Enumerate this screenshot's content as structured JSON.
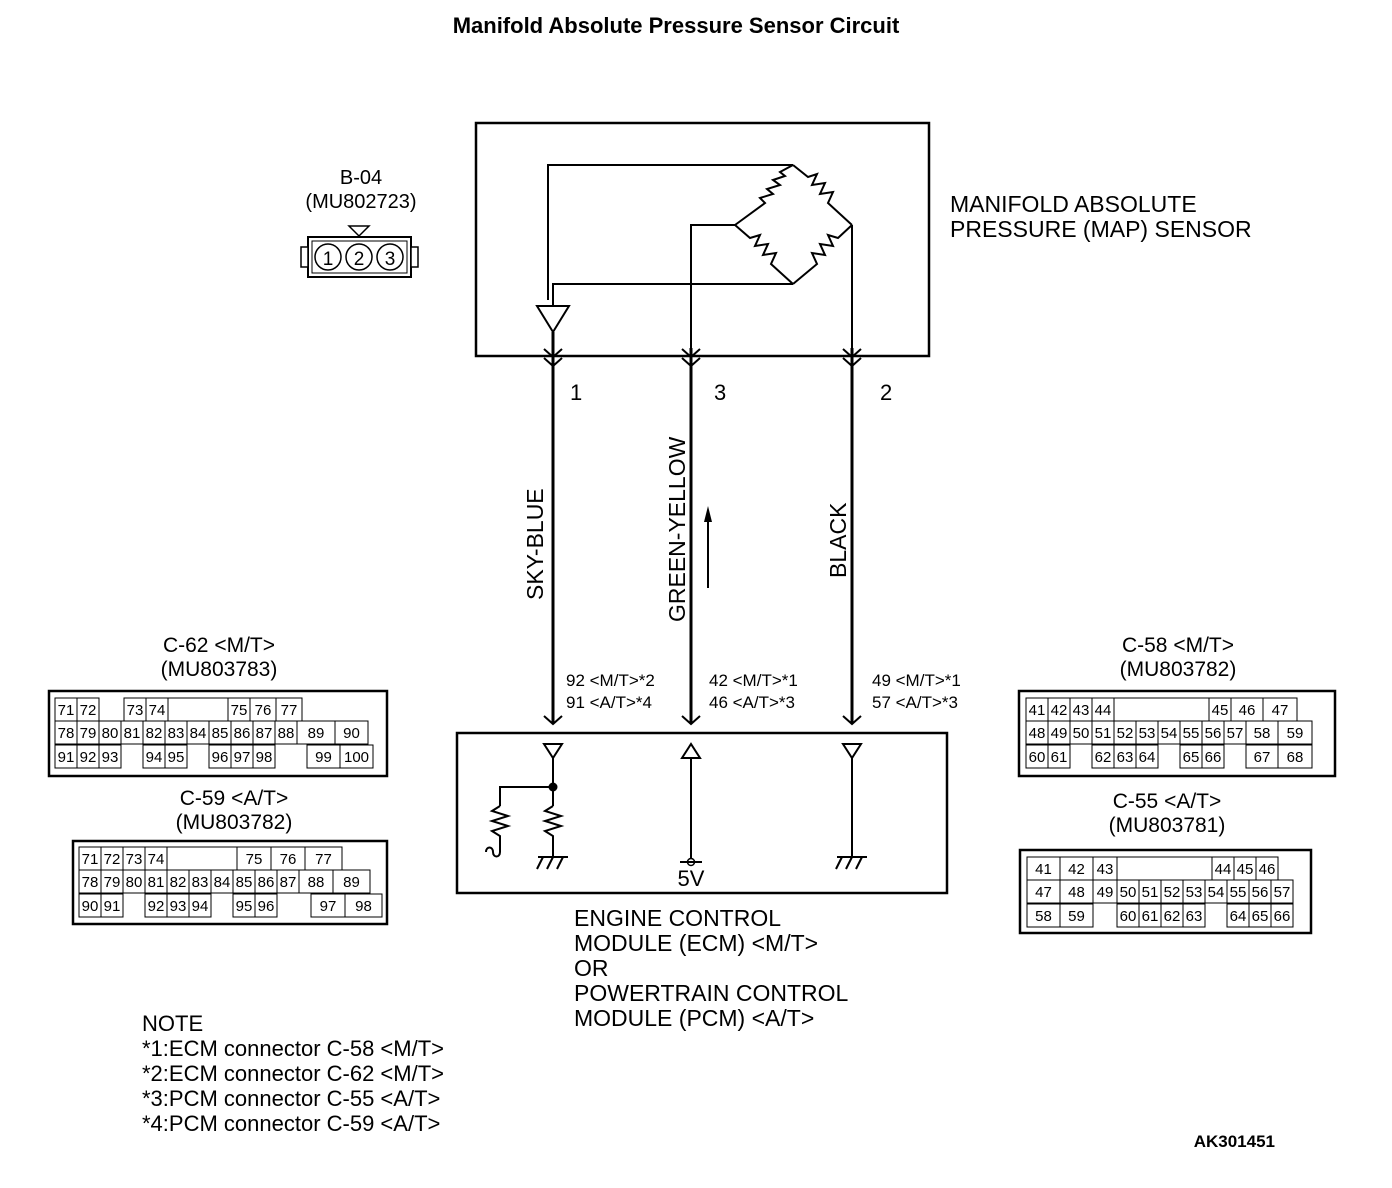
{
  "title": "Manifold Absolute Pressure Sensor Circuit",
  "figure_id": "AK301451",
  "sensor": {
    "connector": "B-04",
    "part": "(MU802723)",
    "pins": [
      "1",
      "2",
      "3"
    ],
    "name_line1": "MANIFOLD ABSOLUTE",
    "name_line2": "PRESSURE (MAP) SENSOR"
  },
  "wires": [
    {
      "pin": "1",
      "color": "SKY-BLUE",
      "ecm_l1": "92 <M/T>*2",
      "ecm_l2": "91 <A/T>*4"
    },
    {
      "pin": "3",
      "color": "GREEN-YELLOW",
      "ecm_l1": "42 <M/T>*1",
      "ecm_l2": "46 <A/T>*3"
    },
    {
      "pin": "2",
      "color": "BLACK",
      "ecm_l1": "49 <M/T>*1",
      "ecm_l2": "57 <A/T>*3"
    }
  ],
  "module": {
    "supply": "5V",
    "line1": "ENGINE CONTROL",
    "line2": "MODULE (ECM) <M/T>",
    "line3": "OR",
    "line4": "POWERTRAIN CONTROL",
    "line5": "MODULE (PCM) <A/T>"
  },
  "connectors": {
    "c62": {
      "name": "C-62 <M/T>",
      "part": "(MU803783)",
      "rows": [
        [
          "71",
          "72",
          "",
          "73",
          "74",
          "",
          "",
          "",
          "",
          "75",
          "76",
          "77"
        ],
        [
          "78",
          "79",
          "80",
          "81",
          "82",
          "83",
          "84",
          "85",
          "86",
          "87",
          "88",
          "89",
          "90"
        ],
        [
          "91",
          "92",
          "93",
          "",
          "94",
          "95",
          "",
          "96",
          "97",
          "98",
          "",
          "99",
          "100"
        ]
      ]
    },
    "c59": {
      "name": "C-59 <A/T>",
      "part": "(MU803782)",
      "rows": [
        [
          "71",
          "72",
          "73",
          "74",
          "",
          "",
          "",
          "75",
          "76",
          "77"
        ],
        [
          "78",
          "79",
          "80",
          "81",
          "82",
          "83",
          "84",
          "85",
          "86",
          "87",
          "88",
          "89"
        ],
        [
          "90",
          "91",
          "",
          "92",
          "93",
          "94",
          "",
          "95",
          "96",
          "",
          "97",
          "98"
        ]
      ]
    },
    "c58": {
      "name": "C-58 <M/T>",
      "part": "(MU803782)",
      "rows": [
        [
          "41",
          "42",
          "43",
          "44",
          "",
          "",
          "",
          "45",
          "46",
          "47"
        ],
        [
          "48",
          "49",
          "50",
          "51",
          "52",
          "53",
          "54",
          "55",
          "56",
          "57",
          "58",
          "59"
        ],
        [
          "60",
          "61",
          "",
          "62",
          "63",
          "64",
          "",
          "65",
          "66",
          "",
          "67",
          "68"
        ]
      ]
    },
    "c55": {
      "name": "C-55 <A/T>",
      "part": "(MU803781)",
      "rows": [
        [
          "41",
          "42",
          "43",
          "",
          "",
          "",
          "44",
          "45",
          "46"
        ],
        [
          "47",
          "48",
          "49",
          "50",
          "51",
          "52",
          "53",
          "54",
          "55",
          "56",
          "57"
        ],
        [
          "58",
          "59",
          "",
          "60",
          "61",
          "62",
          "63",
          "",
          "64",
          "65",
          "66"
        ]
      ]
    }
  },
  "notes": {
    "heading": "NOTE",
    "items": [
      "*1:ECM connector C-58 <M/T>",
      "*2:ECM connector C-62 <M/T>",
      "*3:PCM connector C-55 <A/T>",
      "*4:PCM connector C-59 <A/T>"
    ]
  }
}
